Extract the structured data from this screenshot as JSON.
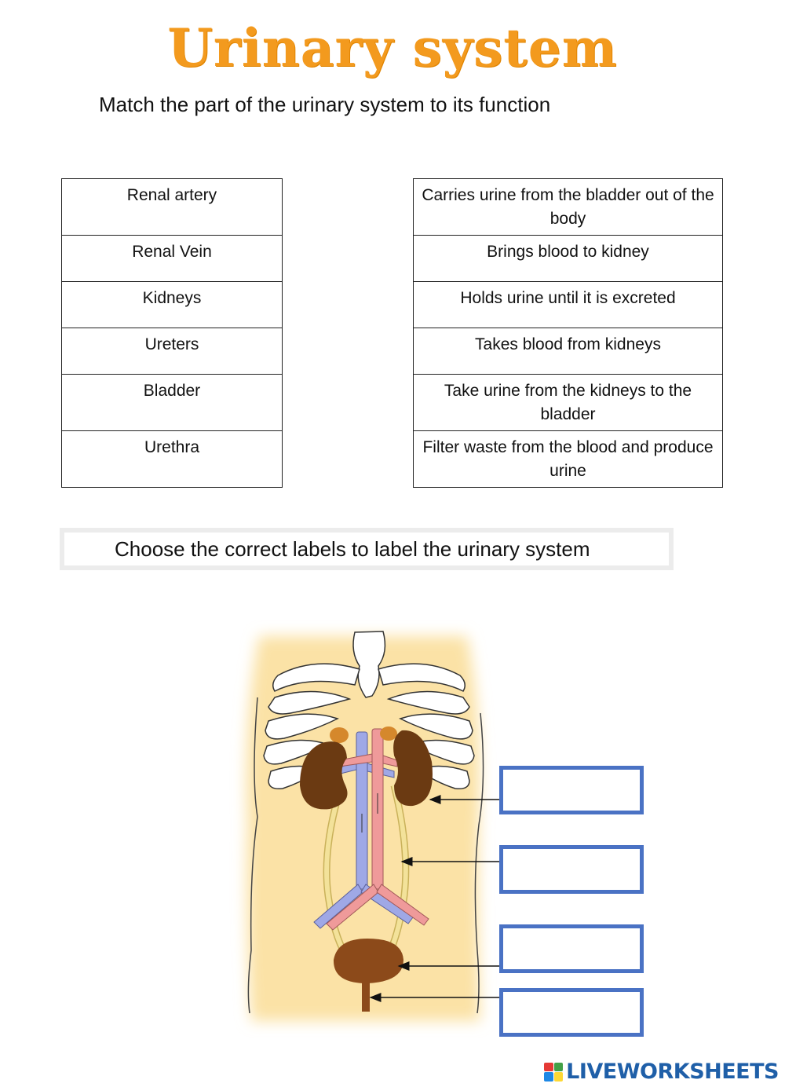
{
  "header": {
    "title": "Urinary system",
    "instruction": "Match the part of the urinary system to its function"
  },
  "matching": {
    "parts": [
      "Renal artery",
      "Renal Vein",
      "Kidneys",
      "Ureters",
      "Bladder",
      "Urethra"
    ],
    "functions": [
      "Carries urine from the bladder out of the body",
      "Brings blood to kidney",
      "Holds urine until it is excreted",
      "Takes blood from kidneys",
      "Take urine from the kidneys to the bladder",
      "Filter waste from the blood and produce urine"
    ]
  },
  "labeling": {
    "prompt": "Choose the correct labels to label the urinary system",
    "answer_boxes": [
      "",
      "",
      "",
      ""
    ]
  },
  "footer": {
    "brand": "LIVEWORKSHEETS"
  },
  "colors": {
    "title": "#f39a1e",
    "box_border": "#4a72c4",
    "skin": "#fbe2a6",
    "kidney": "#6b3a12",
    "artery": "#ef9a9a",
    "vein": "#9fa8e6",
    "ureter": "#f3e29a",
    "bladder": "#8c4a1a",
    "brand": "#1f5fa8"
  }
}
